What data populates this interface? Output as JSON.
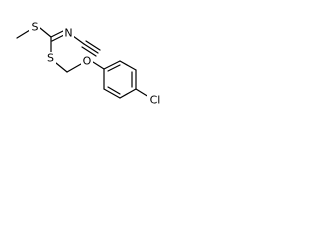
{
  "molecule": {
    "atoms": [
      {
        "id": "s_methyl",
        "symbol": "S"
      },
      {
        "id": "n_imine",
        "symbol": "N"
      },
      {
        "id": "s_thio",
        "symbol": "S"
      },
      {
        "id": "o_ether",
        "symbol": "O"
      },
      {
        "id": "cl",
        "symbol": "Cl"
      }
    ]
  }
}
